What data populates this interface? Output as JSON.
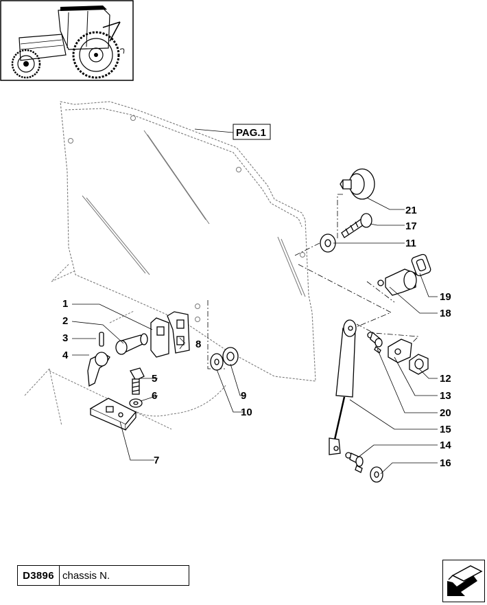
{
  "page_ref": "PAG.1",
  "footer": {
    "code": "D3896",
    "chassis_label": "chassis N."
  },
  "callouts": [
    {
      "id": "c1",
      "label": "1"
    },
    {
      "id": "c2",
      "label": "2"
    },
    {
      "id": "c3",
      "label": "3"
    },
    {
      "id": "c4",
      "label": "4"
    },
    {
      "id": "c5",
      "label": "5"
    },
    {
      "id": "c6",
      "label": "6"
    },
    {
      "id": "c7",
      "label": "7"
    },
    {
      "id": "c8",
      "label": "8"
    },
    {
      "id": "c9",
      "label": "9"
    },
    {
      "id": "c10",
      "label": "10"
    },
    {
      "id": "c11",
      "label": "11"
    },
    {
      "id": "c12",
      "label": "12"
    },
    {
      "id": "c13",
      "label": "13"
    },
    {
      "id": "c14",
      "label": "14"
    },
    {
      "id": "c15",
      "label": "15"
    },
    {
      "id": "c16",
      "label": "16"
    },
    {
      "id": "c17",
      "label": "17"
    },
    {
      "id": "c18",
      "label": "18"
    },
    {
      "id": "c19",
      "label": "19"
    },
    {
      "id": "c20",
      "label": "20"
    },
    {
      "id": "c21",
      "label": "21"
    }
  ],
  "icons": {
    "thumbnail": "tractor-thumbnail-icon",
    "nav": "next-page-arrow-icon"
  }
}
